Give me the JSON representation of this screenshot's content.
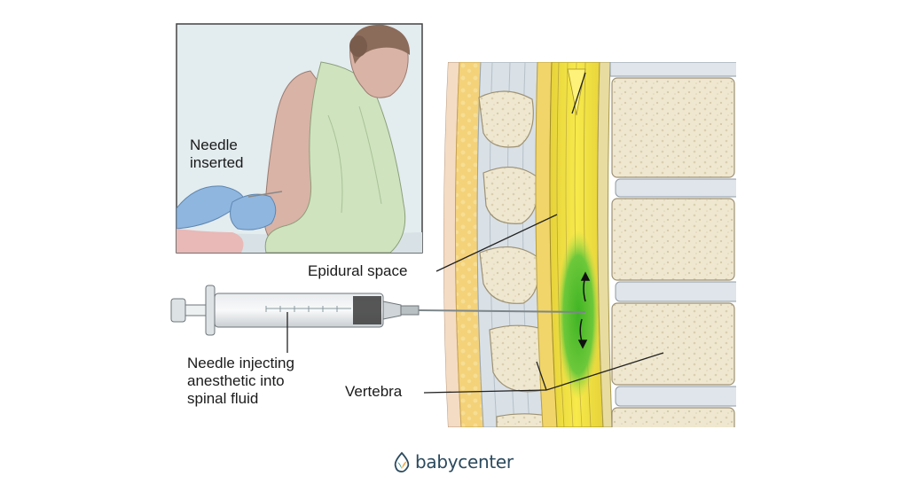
{
  "labels": {
    "needle_inserted": "Needle\ninserted",
    "epidural_space": "Epidural space",
    "needle_injecting": "Needle injecting\nanesthetic into\nspinal fluid",
    "vertebra": "Vertebra"
  },
  "brand": {
    "logo_text": "babycenter",
    "logo_icon": "sprout-drop-icon"
  },
  "colors": {
    "spinal_cord_yellow": "#f3e23a",
    "anesthetic_green": "#4fbf2a",
    "bone": "#efe7cf",
    "fat": "#f3d27a",
    "gown": "#cfe3bf",
    "glove": "#8fb6df",
    "brand_teal": "#2a9d8f"
  }
}
